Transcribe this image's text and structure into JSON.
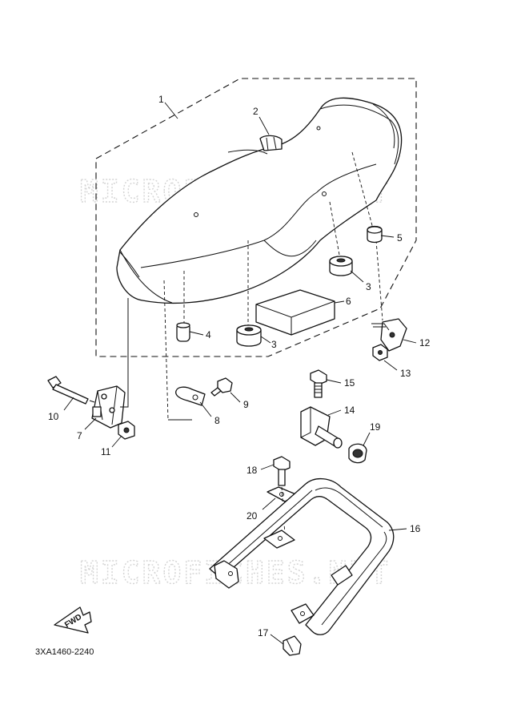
{
  "diagram": {
    "watermark_top": "MICROFICHES.NET",
    "watermark_bottom": "MICROFICHES.NET",
    "fwd_label": "FWD",
    "drawing_code": "3XA1460-2240",
    "callouts": {
      "p1": "1",
      "p2": "2",
      "p3a": "3",
      "p3b": "3",
      "p4": "4",
      "p5": "5",
      "p6": "6",
      "p7": "7",
      "p8": "8",
      "p9": "9",
      "p10": "10",
      "p11": "11",
      "p12": "12",
      "p13": "13",
      "p14": "14",
      "p15": "15",
      "p16": "16",
      "p17": "17",
      "p18": "18",
      "p19": "19",
      "p20": "20"
    }
  }
}
